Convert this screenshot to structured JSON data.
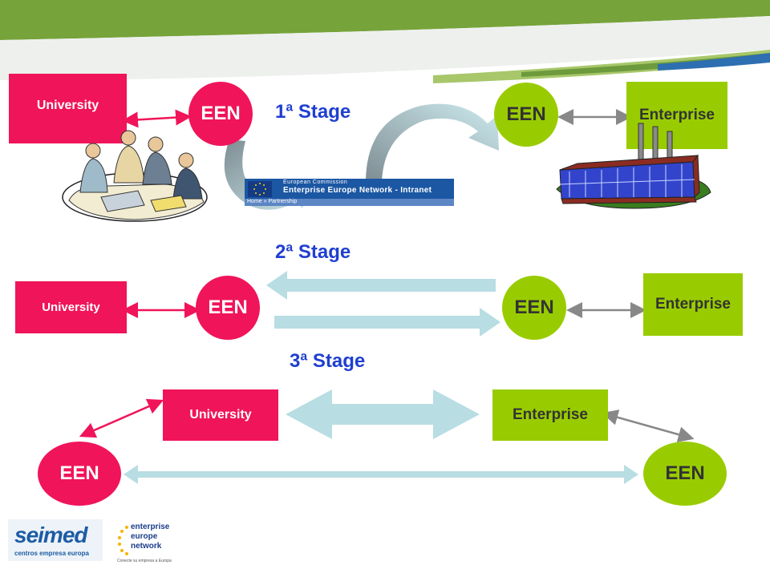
{
  "stages": {
    "stage1": "1ª Stage",
    "stage2": "2ª Stage",
    "stage3": "3ª Stage"
  },
  "labels": {
    "university": "University",
    "enterprise": "Enterprise",
    "een": "EEN"
  },
  "intranet_banner": {
    "line1": "European Commission",
    "line2": "Enterprise Europe Network - Intranet",
    "nav": "Home » Partnership"
  },
  "logos": {
    "seimed_word": "seimed",
    "seimed_sub": "centros empresa europa",
    "een_line1": "enterprise",
    "een_line2": "europe",
    "een_line3": "network",
    "een_tagline": "Conecte su empresa a Europa"
  },
  "colors": {
    "pink": "#f0145a",
    "green": "#99cc00",
    "stage_title": "#1f3fd0",
    "big_arrow": "#b8dde3",
    "header_green": "#76a33a"
  },
  "icons": {
    "people_clipart": "people-meeting-icon",
    "factory_clipart": "factory-icon"
  }
}
